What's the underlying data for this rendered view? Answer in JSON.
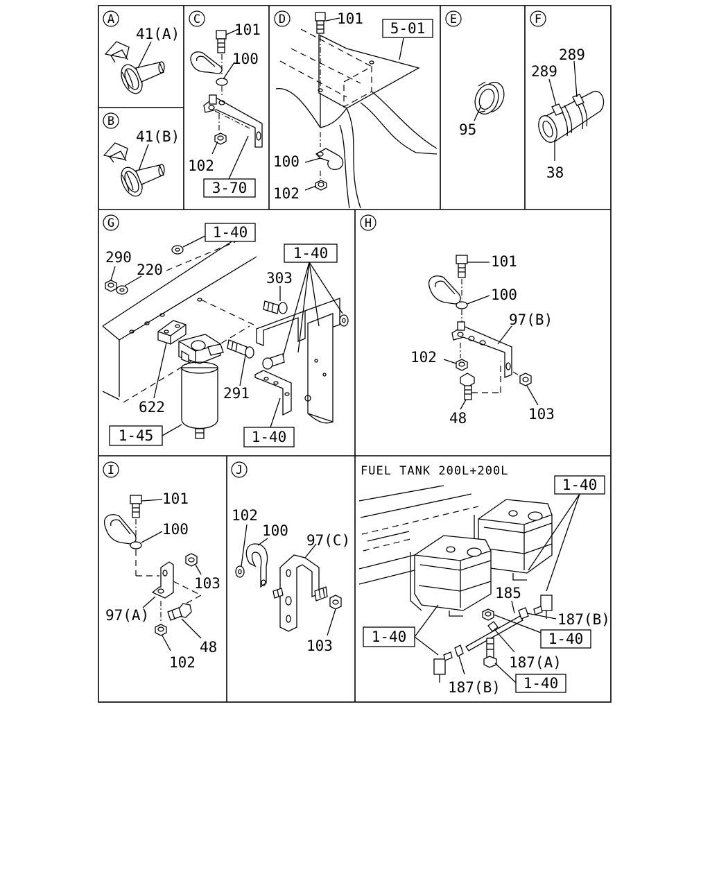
{
  "panels": {
    "A": {
      "letter": "A",
      "parts": [
        "41(A)"
      ]
    },
    "B": {
      "letter": "B",
      "parts": [
        "41(B)"
      ]
    },
    "C": {
      "letter": "C",
      "parts": [
        "101",
        "100",
        "102"
      ],
      "ref": "3-70"
    },
    "D": {
      "letter": "D",
      "parts": [
        "101",
        "100",
        "102"
      ],
      "ref": "5-01"
    },
    "E": {
      "letter": "E",
      "parts": [
        "95"
      ]
    },
    "F": {
      "letter": "F",
      "parts": [
        "289",
        "289",
        "38"
      ]
    },
    "G": {
      "letter": "G",
      "parts": [
        "290",
        "220",
        "303",
        "291",
        "622"
      ],
      "refs": [
        "1-40",
        "1-40",
        "1-45",
        "1-40"
      ]
    },
    "H": {
      "letter": "H",
      "parts": [
        "101",
        "100",
        "97(B)",
        "102",
        "48",
        "103"
      ]
    },
    "I": {
      "letter": "I",
      "parts": [
        "101",
        "100",
        "103",
        "97(A)",
        "48",
        "102"
      ]
    },
    "J": {
      "letter": "J",
      "parts": [
        "102",
        "100",
        "97(C)",
        "103"
      ]
    },
    "K": {
      "title": "FUEL TANK 200L+200L",
      "parts": [
        "185",
        "187(B)",
        "187(A)",
        "187(B)"
      ],
      "refs": [
        "1-40",
        "1-40",
        "1-40",
        "1-40"
      ]
    }
  }
}
